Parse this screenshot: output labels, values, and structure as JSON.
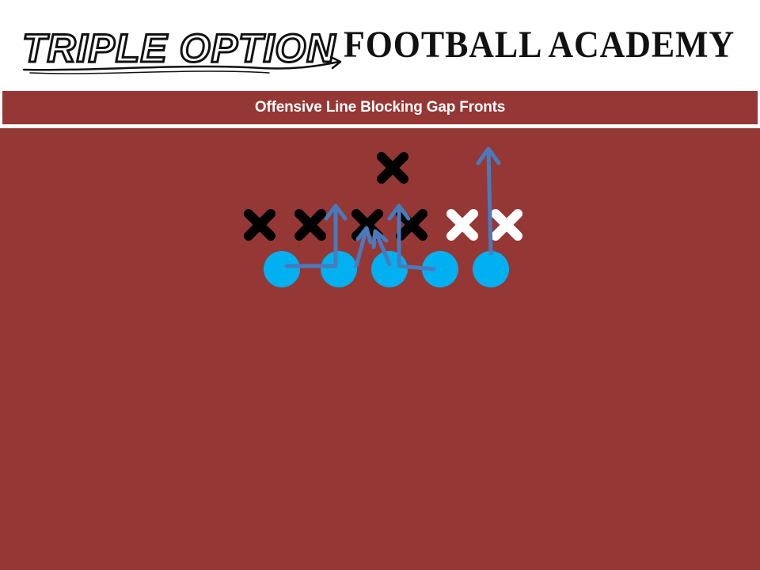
{
  "logo": {
    "script_text": "TRIPLE OPTION",
    "block_text": "FOOTBALL ACADEMY",
    "colors": {
      "ink": "#111111",
      "background": "#ffffff"
    }
  },
  "title": "Offensive Line Blocking Gap Fronts",
  "colors": {
    "field": "#953735",
    "offense": "#00b0f0",
    "defense_primary": "#000000",
    "defense_secondary": "#ffffff",
    "arrow": "#4a7abc"
  },
  "diagram": {
    "offensive_players": 5,
    "defensive_players_black": 5,
    "defensive_players_white": 2,
    "symbol_offense": "circle",
    "symbol_defense": "x-mark"
  }
}
